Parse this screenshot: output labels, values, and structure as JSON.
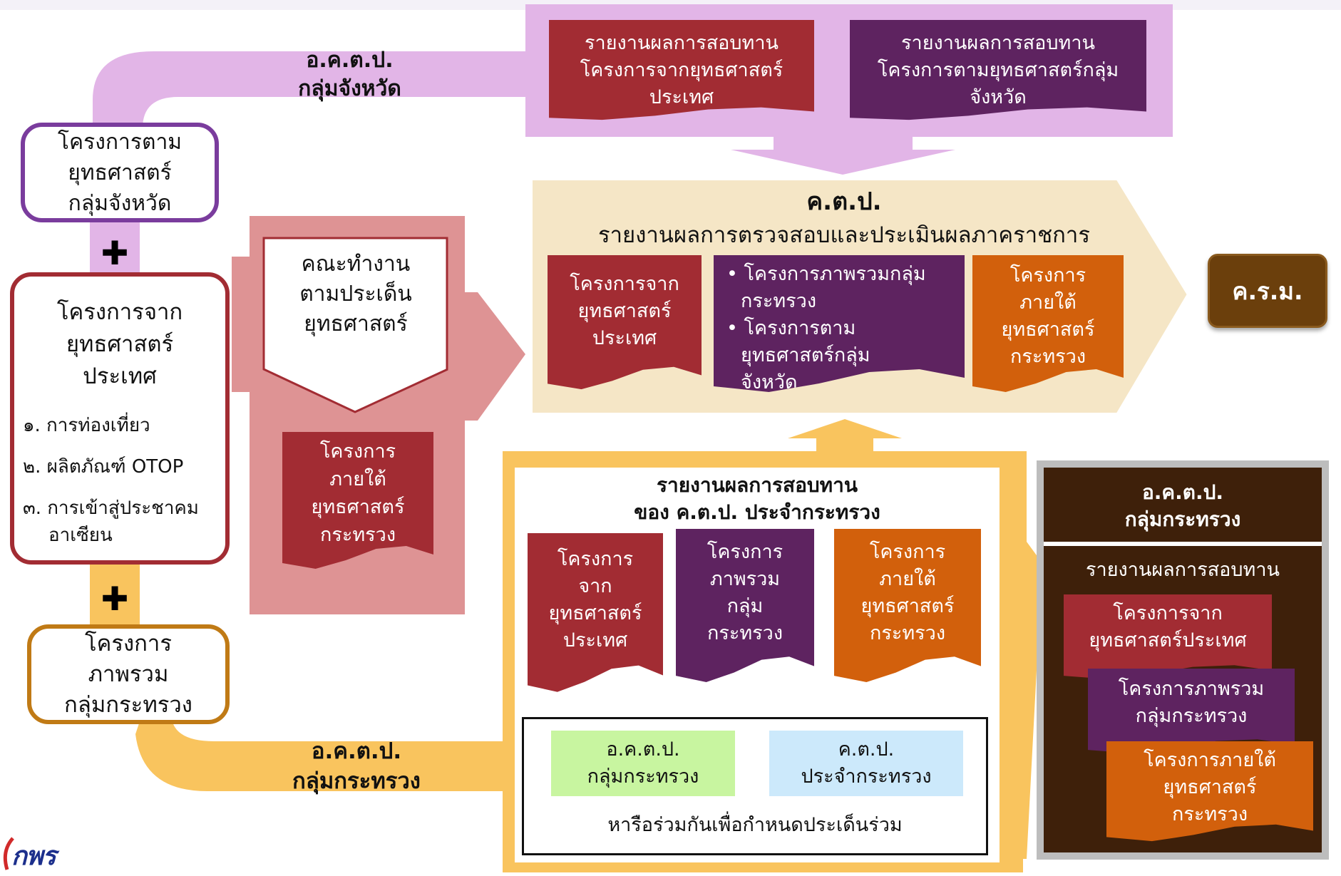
{
  "colors": {
    "purple_band": "#e2b5e7",
    "gold_band": "#f9c45e",
    "pink_panel": "#de9394",
    "cream_panel": "#f5e6c6",
    "red_doc": "#a22c33",
    "purple_doc": "#5e2360",
    "orange_doc": "#d2600c",
    "dark_brown": "#3e200a",
    "krm_brown": "#6b3f0c",
    "green_box": "#c8f5a0",
    "blue_box": "#cce9fb"
  },
  "top_band": {
    "label_line1": "อ.ค.ต.ป.",
    "label_line2": "กลุ่มจังหวัด",
    "doc_left": [
      "รายงานผลการสอบทาน",
      "โครงการจากยุทธศาสตร์",
      "ประเทศ"
    ],
    "doc_right": [
      "รายงานผลการสอบทาน",
      "โครงการตามยุทธศาสตร์กลุ่ม",
      "จังหวัด"
    ]
  },
  "left_column": {
    "box1": [
      "โครงการตาม",
      "ยุทธศาสตร์",
      "กลุ่มจังหวัด"
    ],
    "plus1": "✚",
    "box2_title": [
      "โครงการจาก",
      "ยุทธศาสตร์",
      "ประเทศ"
    ],
    "box2_items": [
      "๑. การท่องเที่ยว",
      "๒. ผลิตภัณฑ์ OTOP",
      "๓. การเข้าสู่ประชาคม",
      "อาเซียน"
    ],
    "plus2": "✚",
    "box3": [
      "โครงการ",
      "ภาพรวม",
      "กลุ่มกระทรวง"
    ]
  },
  "pink_panel": {
    "arrow_text": [
      "คณะทำงาน",
      "ตามประเด็น",
      "ยุทธศาสตร์"
    ],
    "doc": [
      "โครงการ",
      "ภายใต้",
      "ยุทธศาสตร์",
      "กระทรวง"
    ]
  },
  "main_panel": {
    "title": "ค.ต.ป.",
    "subtitle": "รายงานผลการตรวจสอบและประเมินผลภาคราชการ",
    "doc_red": [
      "โครงการจาก",
      "ยุทธศาสตร์",
      "ประเทศ"
    ],
    "doc_purple": [
      "• โครงการภาพรวมกลุ่ม",
      "กระทรวง",
      "• โครงการตาม",
      "ยุทธศาสตร์กลุ่ม",
      "จังหวัด"
    ],
    "doc_orange": [
      "โครงการ",
      "ภายใต้",
      "ยุทธศาสตร์",
      "กระทรวง"
    ]
  },
  "krm": "ค.ร.ม.",
  "bottom_band": {
    "label_line1": "อ.ค.ต.ป.",
    "label_line2": "กลุ่มกระทรวง"
  },
  "review_panel": {
    "title_line1": "รายงานผลการสอบทาน",
    "title_line2": "ของ ค.ต.ป. ประจำกระทรวง",
    "doc_red": [
      "โครงการ",
      "จาก",
      "ยุทธศาสตร์",
      "ประเทศ"
    ],
    "doc_purple": [
      "โครงการ",
      "ภาพรวม",
      "กลุ่ม",
      "กระทรวง"
    ],
    "doc_orange": [
      "โครงการ",
      "ภายใต้",
      "ยุทธศาสตร์",
      "กระทรวง"
    ],
    "green_box": [
      "อ.ค.ต.ป.",
      "กลุ่มกระทรวง"
    ],
    "blue_box": [
      "ค.ต.ป.",
      "ประจำกระทรวง"
    ],
    "footer": "หารือร่วมกันเพื่อกำหนดประเด็นร่วม"
  },
  "dark_panel": {
    "title_line1": "อ.ค.ต.ป.",
    "title_line2": "กลุ่มกระทรวง",
    "subtitle": "รายงานผลการสอบทาน",
    "doc1": [
      "โครงการจาก",
      "ยุทธศาสตร์ประเทศ"
    ],
    "doc2": [
      "โครงการภาพรวม",
      "กลุ่มกระทรวง"
    ],
    "doc3": [
      "โครงการภายใต้",
      "ยุทธศาสตร์",
      "กระทรวง"
    ]
  },
  "logo": "กพร"
}
